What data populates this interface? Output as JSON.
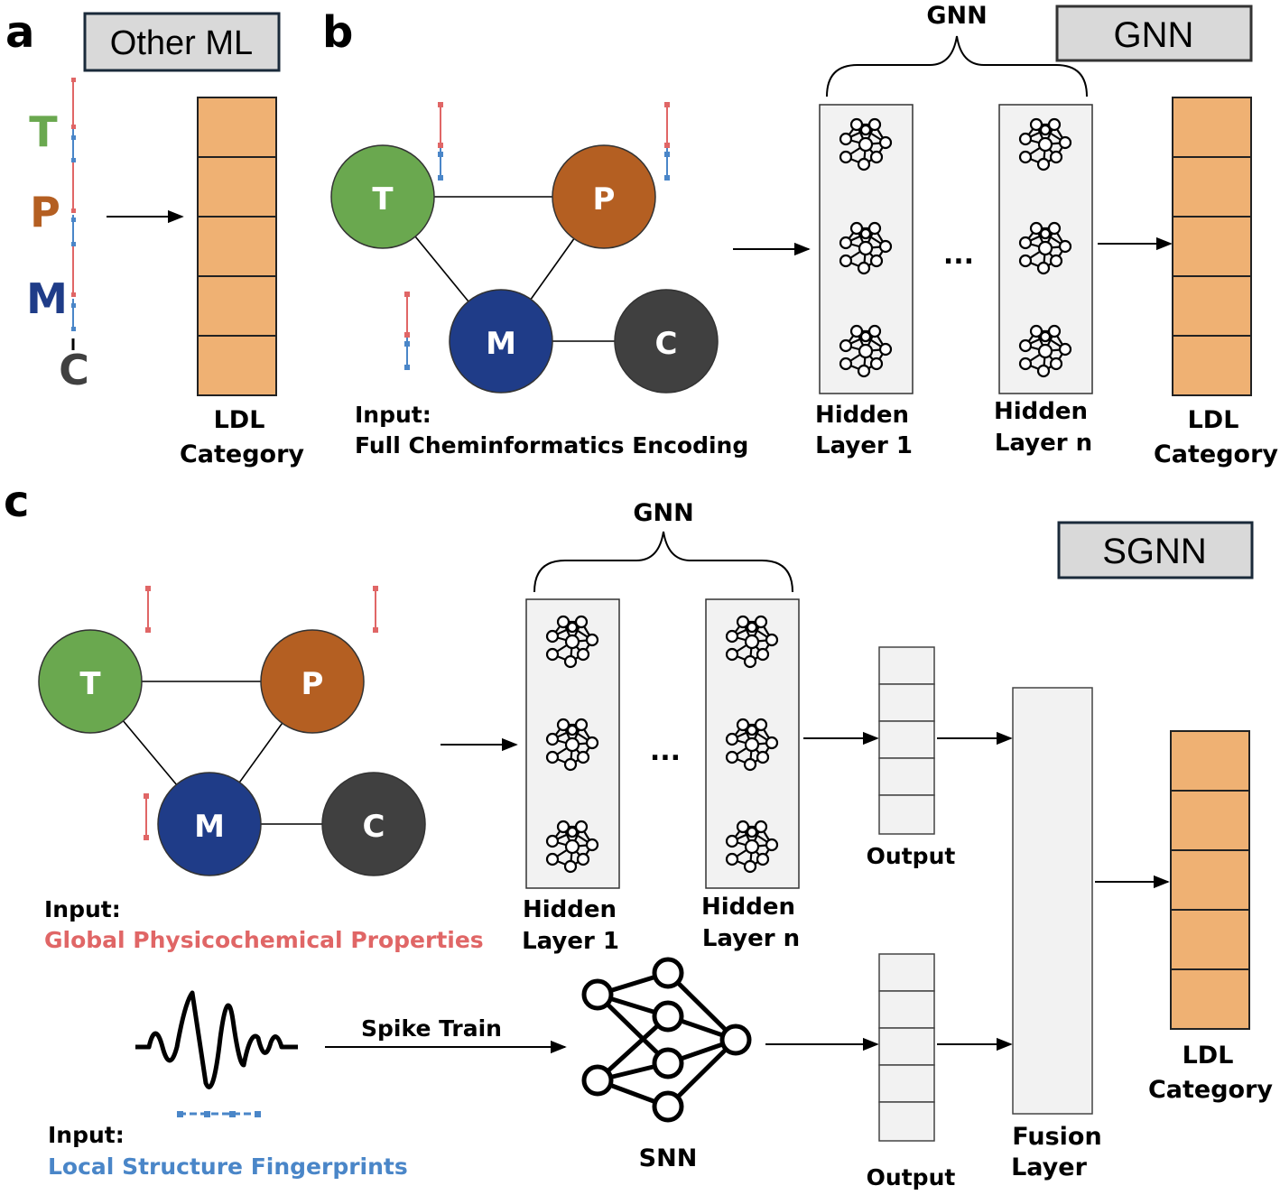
{
  "panels": {
    "a": {
      "letter": "a",
      "badge": "Other ML",
      "tokens": [
        "T",
        "P",
        "M",
        "C"
      ],
      "output_label_1": "LDL",
      "output_label_2": "Category"
    },
    "b": {
      "letter": "b",
      "badge": "GNN",
      "brace_label": "GNN",
      "input_line_1": "Input:",
      "input_line_2": "Full Cheminformatics Encoding",
      "ellipsis": "...",
      "hidden1_line_1": "Hidden",
      "hidden1_line_2": "Layer 1",
      "hiddenn_line_1": "Hidden",
      "hiddenn_line_2": "Layer n",
      "output_label_1": "LDL",
      "output_label_2": "Category"
    },
    "c": {
      "letter": "c",
      "badge": "SGNN",
      "brace_label": "GNN",
      "ellipsis": "...",
      "hidden1_line_1": "Hidden",
      "hidden1_line_2": "Layer 1",
      "hiddenn_line_1": "Hidden",
      "hiddenn_line_2": "Layer n",
      "output_top": "Output",
      "output_bottom": "Output",
      "global_input_line_1": "Input:",
      "global_input_line_2": "Global Physicochemical Properties",
      "local_input_line_1": "Input:",
      "local_input_line_2": "Local Structure Fingerprints",
      "spike_label": "Spike Train",
      "snn_label": "SNN",
      "fusion_line_1": "Fusion",
      "fusion_line_2": "Layer",
      "output_label_1": "LDL",
      "output_label_2": "Category"
    }
  },
  "graph_nodes": [
    "T",
    "P",
    "M",
    "C"
  ],
  "colors": {
    "T": "#6aa84f",
    "P": "#b45f22",
    "M": "#1f3c88",
    "C": "#404040",
    "output_cell": "#efb173",
    "red_marker": "#e06666",
    "blue_marker": "#4a86c8",
    "global_text": "#e06666",
    "local_text": "#4a86c8",
    "hidden_box": "#f2f2f2",
    "badge_fill": "#d9d9d9"
  },
  "icons": [
    "neural-network-icon",
    "wave-signal-icon",
    "snn-network-icon"
  ]
}
